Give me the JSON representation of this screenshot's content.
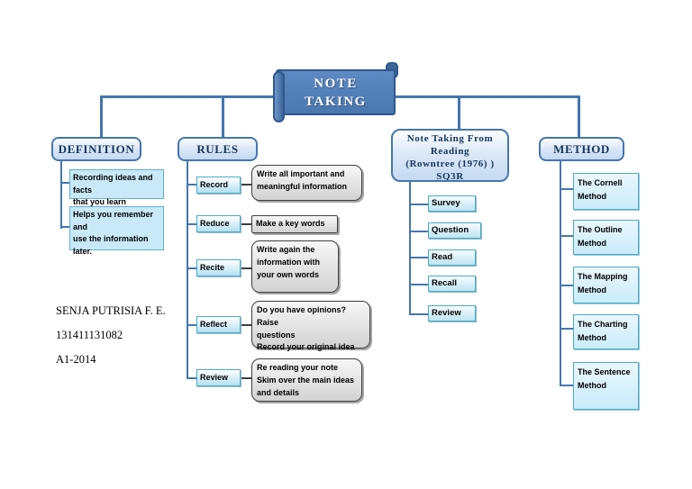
{
  "banner": {
    "line1": "NOTE",
    "line2": "TAKING"
  },
  "definition": {
    "title": "DEFINITION",
    "items": [
      "Recording ideas and facts\nthat you learn",
      "Helps you remember and\nuse the information\nlater."
    ]
  },
  "rules": {
    "title": "RULES",
    "items": [
      {
        "label": "Record",
        "description": "Write all important and\nmeaningful information"
      },
      {
        "label": "Reduce",
        "description": "Make a key words"
      },
      {
        "label": "Recite",
        "description": "Write again the\ninformation with\nyour own words"
      },
      {
        "label": "Reflect",
        "description": "Do you have opinions? Raise\nquestions\nRecord your original idea"
      },
      {
        "label": "Review",
        "description": "Re reading your note\nSkim over the main ideas\nand details"
      }
    ]
  },
  "reading": {
    "title": "Note Taking From\nReading\n(Rowntree (1976) )\nSQ3R",
    "items": [
      "Survey",
      "Question",
      "Read",
      "Recall",
      "Review"
    ]
  },
  "method": {
    "title": "METHOD",
    "items": [
      "The Cornell\nMethod",
      "The Outline\nMethod",
      "The Mapping\nMethod",
      "The Charting\nMethod",
      "The Sentence\nMethod"
    ]
  },
  "author": {
    "name": "SENJA PUTRISIA F. E.",
    "student_id": "131411131082",
    "class_label": "A1-2014"
  },
  "colors": {
    "connector": "#4576b0",
    "banner_fill": "#4f81bd",
    "banner_border": "#31588c",
    "header_border": "#4576b0",
    "header_text": "#17365d",
    "cyan_border": "#4bacc6",
    "definition_item_fill": "#c9e9f8",
    "description_border": "#3f3f3f"
  }
}
